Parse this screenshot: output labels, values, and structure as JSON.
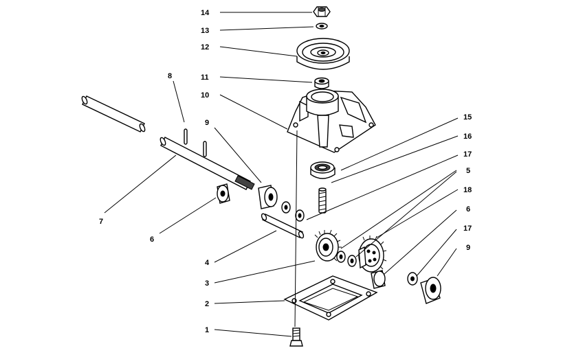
{
  "callouts": {
    "c14": "14",
    "c13": "13",
    "c12": "12",
    "c11": "11",
    "c10": "10",
    "c8": "8",
    "c9a": "9",
    "c7": "7",
    "c6a": "6",
    "c15": "15",
    "c16": "16",
    "c17a": "17",
    "c5": "5",
    "c18": "18",
    "c6b": "6",
    "c17b": "17",
    "c9b": "9",
    "c4": "4",
    "c3": "3",
    "c2": "2",
    "c1": "1"
  }
}
